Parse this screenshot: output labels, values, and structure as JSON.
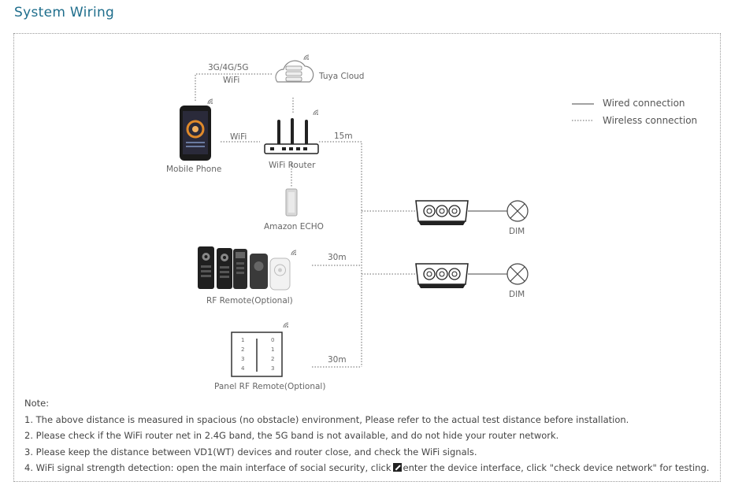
{
  "title": "System Wiring",
  "cloud": {
    "network_top": "3G/4G/5G",
    "network_bottom": "WiFi",
    "label": "Tuya Cloud"
  },
  "phone": {
    "label": "Mobile Phone",
    "link_label": "WiFi"
  },
  "router": {
    "label": "WiFi Router",
    "distance": "15m"
  },
  "echo": {
    "label": "Amazon ECHO"
  },
  "rf_remote": {
    "label": "RF Remote(Optional)",
    "distance": "30m"
  },
  "panel_remote": {
    "label": "Panel RF Remote(Optional)",
    "distance": "30m",
    "left_numbers": [
      "1",
      "2",
      "3",
      "4"
    ],
    "right_numbers": [
      "0",
      "1",
      "2",
      "3"
    ]
  },
  "dimmers": [
    {
      "load_label": "DIM"
    },
    {
      "load_label": "DIM"
    }
  ],
  "legend": {
    "wired": "Wired connection",
    "wireless": "Wireless connection"
  },
  "notes": {
    "heading": "Note:",
    "items": [
      "1. The above distance is measured in spacious (no obstacle) environment, Please refer to the actual test distance before installation.",
      "2. Please check if the WiFi router net in 2.4G band, the 5G band is not available, and do not hide your router network.",
      "3. Please keep the distance between VD1(WT) devices and router close, and check the WiFi signals."
    ],
    "item4_before": "4. WiFi signal strength detection: open the main interface of social security, click",
    "item4_after": "enter the device interface, click \"check device network\" for testing."
  },
  "colors": {
    "title": "#1f6e8c",
    "line": "#555555",
    "frame": "#9a9a9a"
  }
}
